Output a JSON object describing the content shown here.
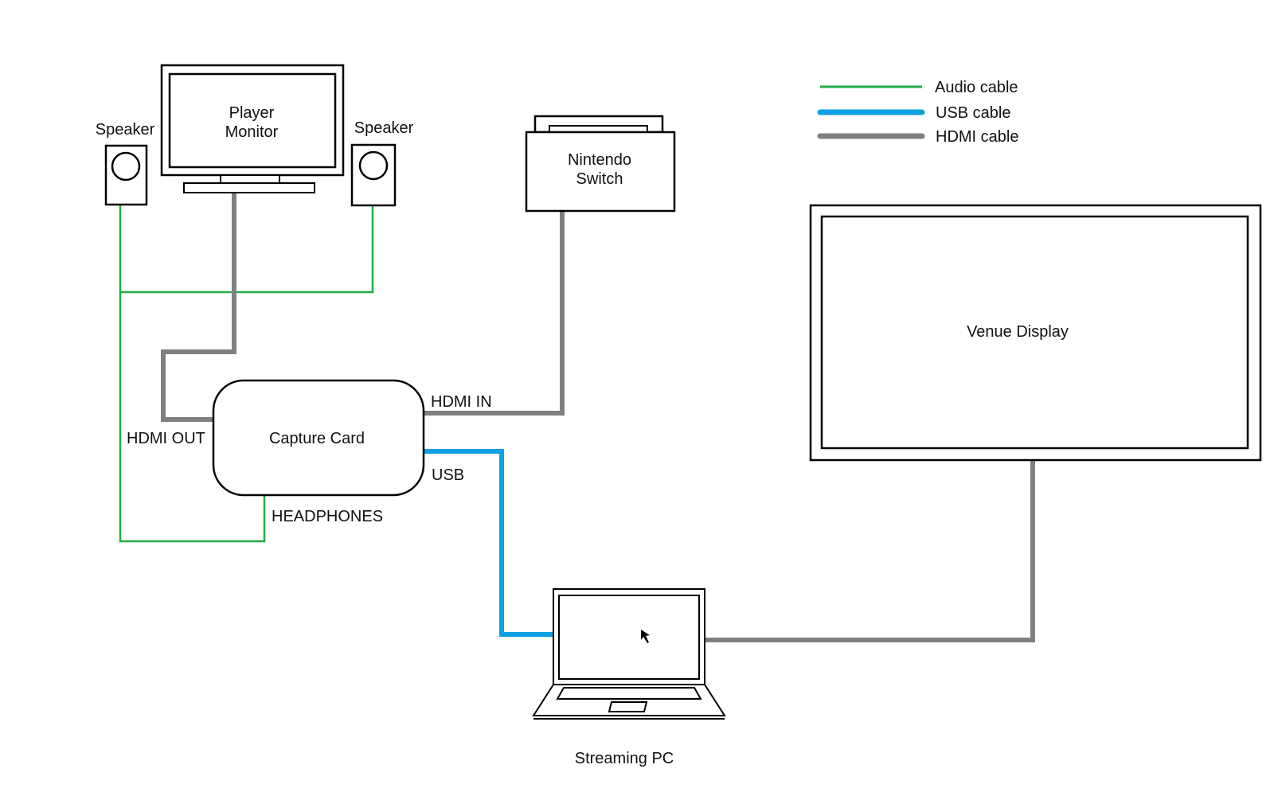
{
  "colors": {
    "audio": "#21ad45",
    "usb": "#0da0e2",
    "hdmi": "#808080",
    "outline": "#000000"
  },
  "legend": {
    "audio": "Audio cable",
    "usb": "USB cable",
    "hdmi": "HDMI cable"
  },
  "devices": {
    "player_monitor": [
      "Player",
      "Monitor"
    ],
    "speaker_left": "Speaker",
    "speaker_right": "Speaker",
    "switch": [
      "Nintendo",
      "Switch"
    ],
    "capture_card": "Capture Card",
    "venue_display": "Venue Display",
    "streaming_pc": "Streaming PC"
  },
  "ports": {
    "hdmi_in": "HDMI IN",
    "hdmi_out": "HDMI OUT",
    "usb": "USB",
    "headphones": "HEADPHONES"
  }
}
